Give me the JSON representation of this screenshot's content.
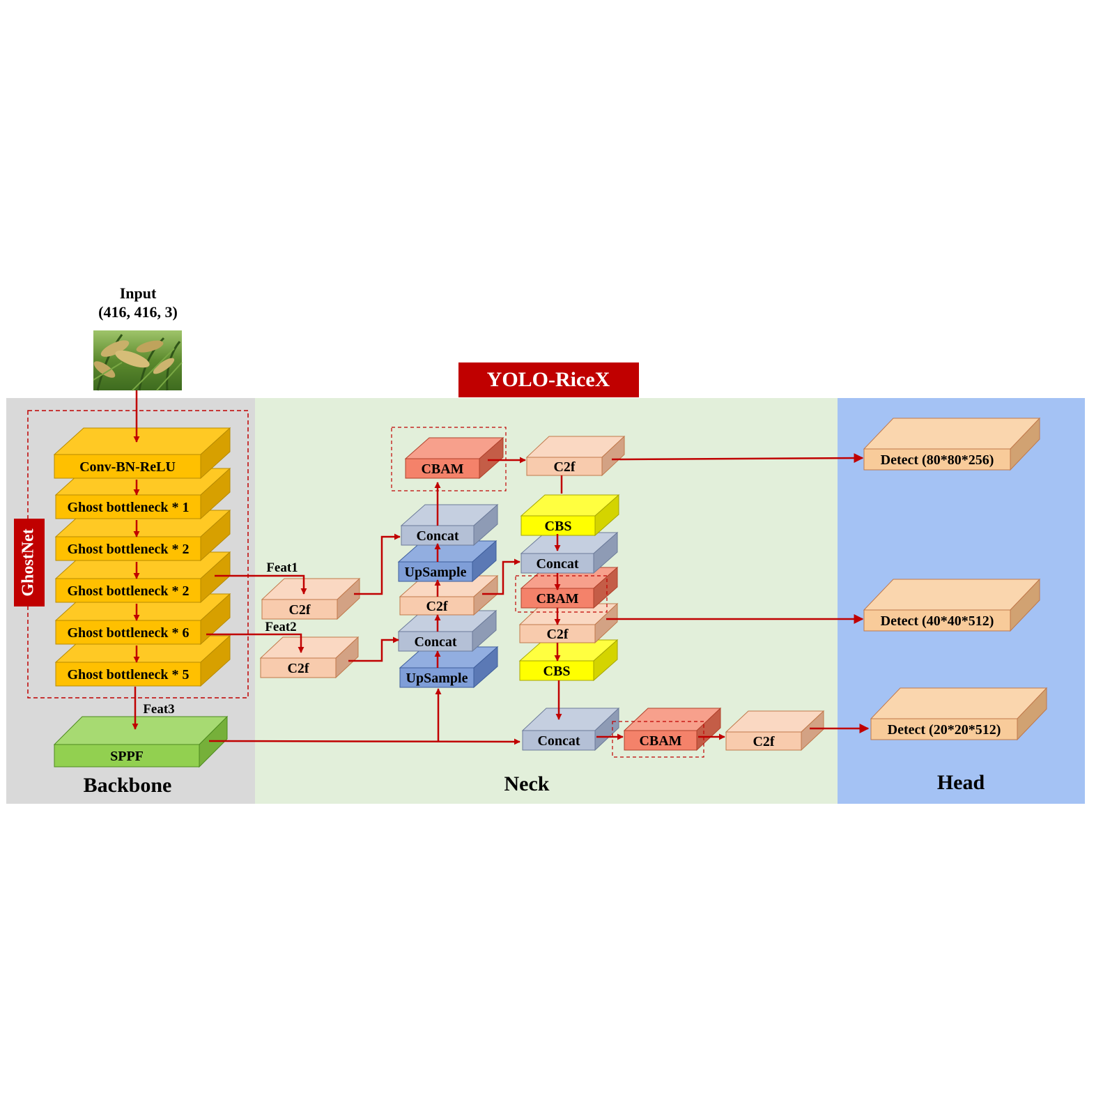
{
  "title": "YOLO-RiceX",
  "input": {
    "label": "Input",
    "shape": "(416, 416, 3)"
  },
  "sections": {
    "backbone": "Backbone",
    "neck": "Neck",
    "head": "Head"
  },
  "ghostnet_label": "GhostNet",
  "backbone_blocks": [
    "Conv-BN-ReLU",
    "Ghost bottleneck * 1",
    "Ghost bottleneck * 2",
    "Ghost bottleneck * 2",
    "Ghost bottleneck * 6",
    "Ghost bottleneck * 5"
  ],
  "sppf": "SPPF",
  "feats": {
    "feat1": "Feat1",
    "feat2": "Feat2",
    "feat3": "Feat3"
  },
  "neck": {
    "c2f": "C2f",
    "concat": "Concat",
    "upsample": "UpSample",
    "cbam": "CBAM",
    "cbs": "CBS"
  },
  "head": [
    "Detect (80*80*256)",
    "Detect (40*40*512)",
    "Detect (20*20*512)"
  ],
  "colors": {
    "backbone_bg": "#d9d9d9",
    "neck_bg": "#e2efda",
    "head_bg": "#a4c2f4",
    "arrow": "#c00000",
    "title_bg": "#c00000",
    "ghost_front": "#ffc000",
    "ghost_top": "#ffc924",
    "ghost_side": "#d7a000",
    "sppf_front": "#92d050",
    "sppf_top": "#a7da72",
    "sppf_side": "#76b03a",
    "c2f_front": "#f8cbad",
    "c2f_top": "#fad8c2",
    "c2f_side": "#d3a284",
    "concat_front": "#b4c0d6",
    "concat_top": "#c5cfe0",
    "concat_side": "#8e9bb5",
    "upsample_front": "#7f9ed8",
    "upsample_top": "#92aee0",
    "upsample_side": "#5b79b5",
    "cbam_front": "#f4826a",
    "cbam_top": "#f7a08c",
    "cbam_side": "#c45d47",
    "cbs_front": "#ffff00",
    "cbs_top": "#ffff40",
    "cbs_side": "#d4d400",
    "detect_front": "#f8cb9a",
    "detect_top": "#fad6ae",
    "detect_side": "#d1a272"
  },
  "icons": {
    "input_image": "rice-plant-photo"
  }
}
